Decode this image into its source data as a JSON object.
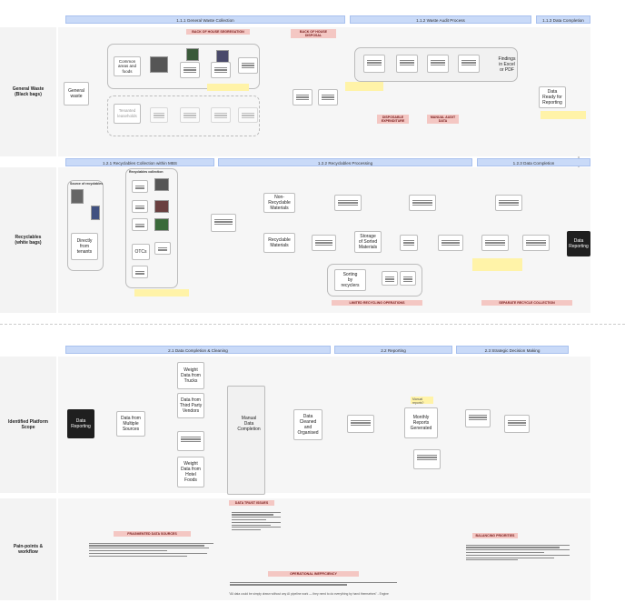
{
  "lanes": {
    "general_waste": "General Waste\n(Black bags)",
    "recyclables": "Recyclables\n(white bags)",
    "identified_platform": "Identified Platform\nScope",
    "pain_points": "Pain-points &\nworkflow"
  },
  "headers": {
    "h111": "1.1.1 General Waste Collection",
    "h112": "1.1.2 Waste Audit Process",
    "h113": "1.1.3 Data Completion",
    "h121": "1.2.1 Recyclables Collection within MBS",
    "h122": "1.2.2 Recyclables Processing",
    "h123": "1.2.3 Data Completion",
    "h21": "2.1 Data Completion & Cleaning",
    "h22": "2.2 Reporting",
    "h23": "2.3 Strategic Decision Making"
  },
  "nodes": {
    "general_waste": "General\nwaste",
    "common_areas": "Common\nareas and\nfoods",
    "tenant_lease": "Tenanted\nleaseholds",
    "findings": "Findings\nin Excel\nor PDF",
    "data_ready": "Data\nReady for\nReporting",
    "source_recyclables": "Source of recyclables",
    "recyclables_sorted": "Recyclables collection",
    "directly_from_tenants": "Directly\nfrom\ntenants",
    "otcs": "OTCs",
    "non_recyclable": "Non-\nRecyclable\nMaterials",
    "recyclable": "Recyclable\nMaterials",
    "storage_sorted": "Storage\nof Sorted\nMaterials",
    "sorting_recyclers": "Sorting\nby\nrecyclers",
    "data_reporting_1": "Data\nReporting",
    "data_reporting_2": "Data\nReporting",
    "data_multiple": "Data from\nMultiple\nSources",
    "weight_trucks": "Weight\nData from\nTrucks",
    "third_party": "Data from\nThird Party\nVendors",
    "weight_hotel": "Weight\nData from\nHotel\nFoods",
    "manual_completion": "Manual\nData\nCompletion",
    "data_cleaned": "Data\nCleaned\nand\nOrganised",
    "monthly_reports": "Monthly\nReports\nGenerated"
  },
  "notes": {
    "red_bin": "BACK OF HOUSE SEGREGATION",
    "red_back": "BACK OF HOUSE DISPOSAL",
    "red_disposable": "DISPOSABLE EXPENDITURE",
    "red_manual": "MANUAL AUDIT DATA",
    "red_limited": "LIMITED RECYCLING OPERATIONS",
    "red_separate": "SEPARATE RECYCLE COLLECTION",
    "red_fragmented": "FRAGMENTED DATA SOURCES",
    "red_trust": "DATA TRUST ISSUES",
    "red_operational": "OPERATIONAL INEFFICIENCY",
    "red_balancing": "BALANCING PRIORITIES",
    "yellow_reports": "Manual reports?",
    "op_quote": "\"All data could be simply drawn without any AI pipeline work — they need to do everything by hand themselves\" - Engine"
  },
  "colors": {
    "header": "#c9daf8",
    "note_yellow": "#fff3a8",
    "note_red": "#f4c7c3",
    "dark_node": "#1f1f1f"
  }
}
